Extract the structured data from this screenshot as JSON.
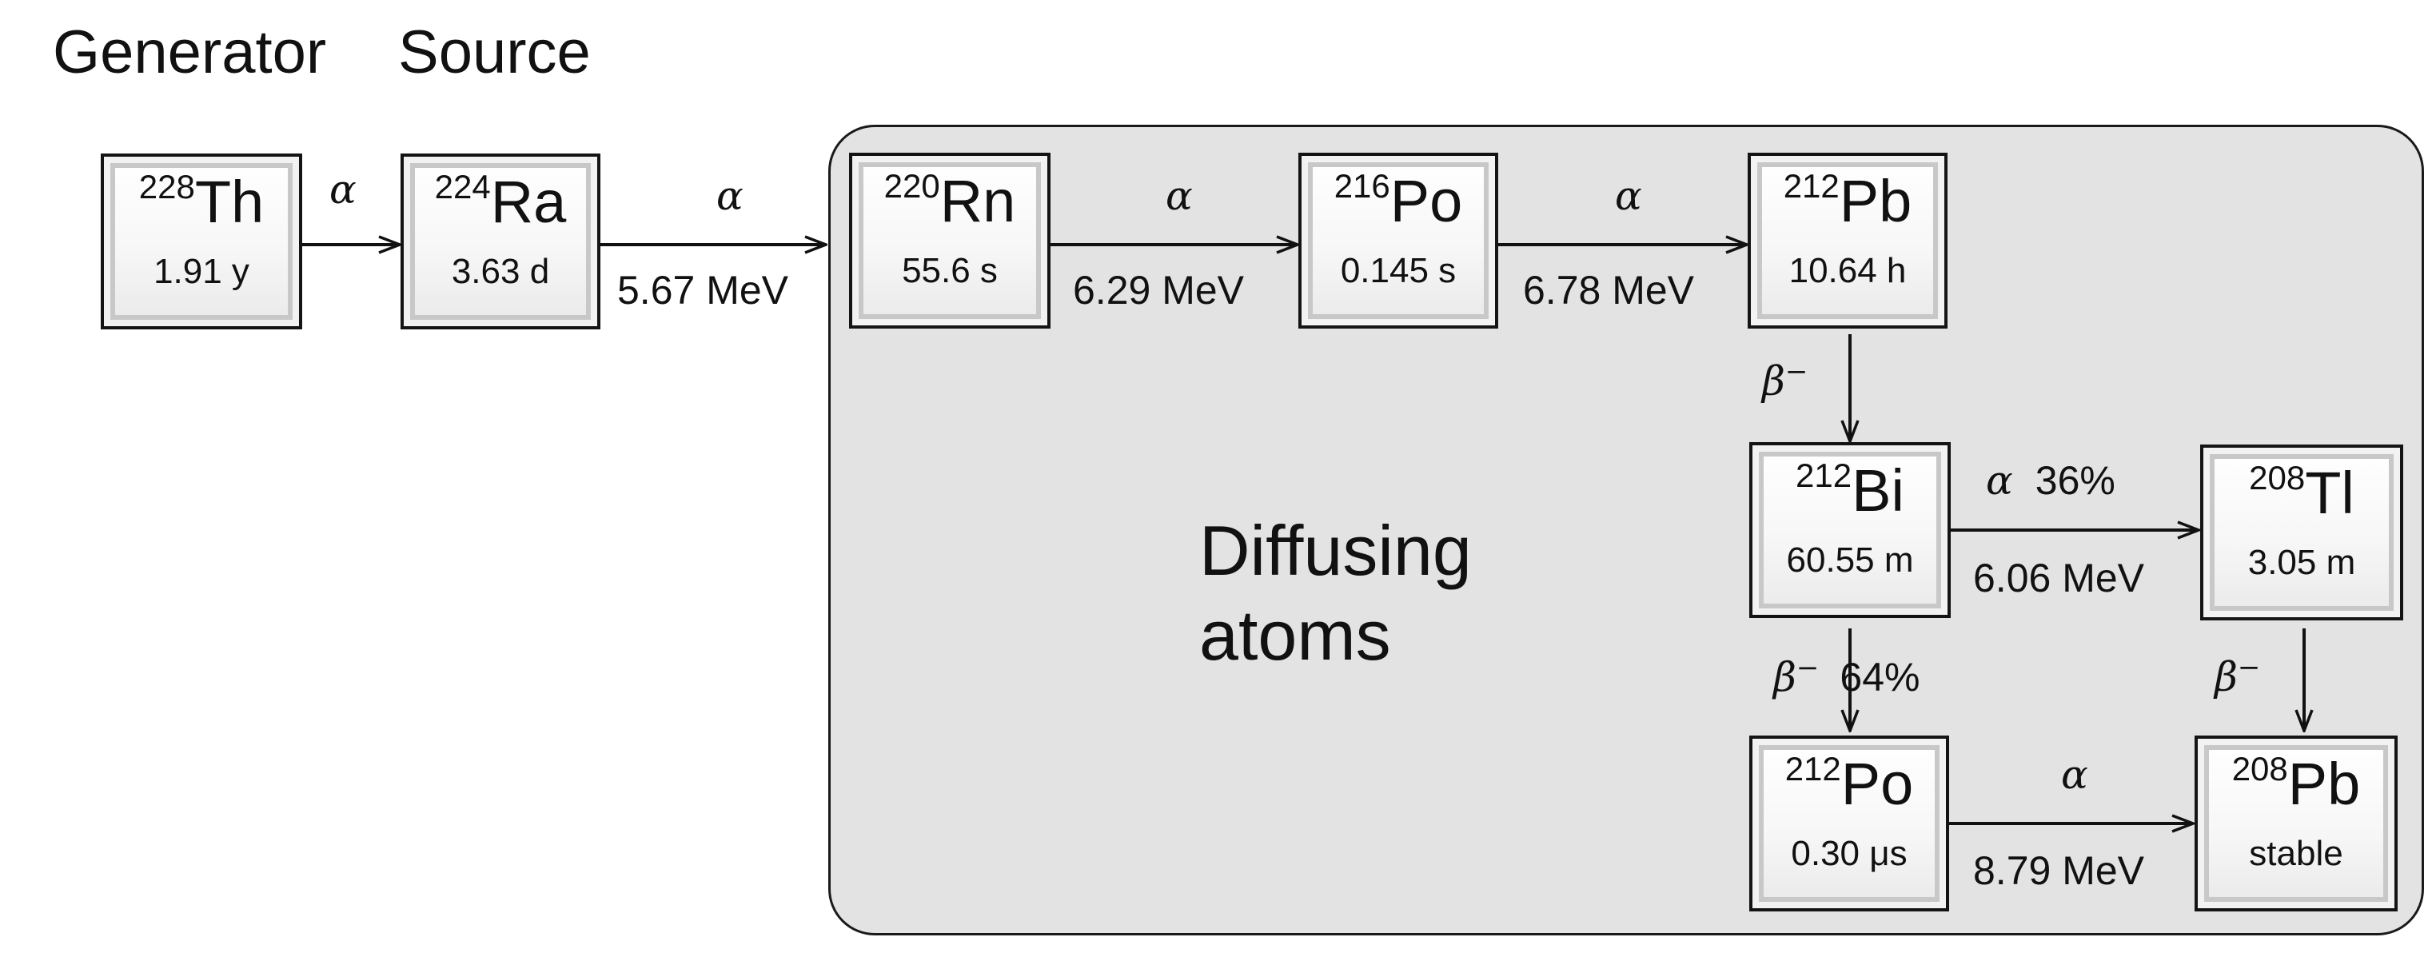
{
  "headers": {
    "generator": "Generator",
    "source": "Source"
  },
  "region_label": {
    "line1": "Diffusing",
    "line2": "atoms"
  },
  "nodes": {
    "th228": {
      "mass": "228",
      "element": "Th",
      "halflife": "1.91 y"
    },
    "ra224": {
      "mass": "224",
      "element": "Ra",
      "halflife": "3.63 d"
    },
    "rn220": {
      "mass": "220",
      "element": "Rn",
      "halflife": "55.6 s"
    },
    "po216": {
      "mass": "216",
      "element": "Po",
      "halflife": "0.145 s"
    },
    "pb212": {
      "mass": "212",
      "element": "Pb",
      "halflife": "10.64 h"
    },
    "bi212": {
      "mass": "212",
      "element": "Bi",
      "halflife": "60.55 m"
    },
    "tl208": {
      "mass": "208",
      "element": "Tl",
      "halflife": "3.05 m"
    },
    "po212": {
      "mass": "212",
      "element": "Po",
      "halflife": "0.30 μs"
    },
    "pb208": {
      "mass": "208",
      "element": "Pb",
      "halflife": "stable"
    }
  },
  "transitions": {
    "th_ra": {
      "decay": "α"
    },
    "ra_rn": {
      "decay": "α",
      "energy": "5.67 MeV"
    },
    "rn_po": {
      "decay": "α",
      "energy": "6.29 MeV"
    },
    "po_pb": {
      "decay": "α",
      "energy": "6.78 MeV"
    },
    "pb_bi": {
      "decay": "β",
      "charge": "−"
    },
    "bi_tl": {
      "decay": "α",
      "branch": "36%",
      "energy": "6.06 MeV"
    },
    "bi_po": {
      "decay": "β",
      "charge": "−",
      "branch": "64%"
    },
    "tl_pb": {
      "decay": "β",
      "charge": "−"
    },
    "po_pb208": {
      "decay": "α",
      "energy": "8.79 MeV"
    }
  }
}
